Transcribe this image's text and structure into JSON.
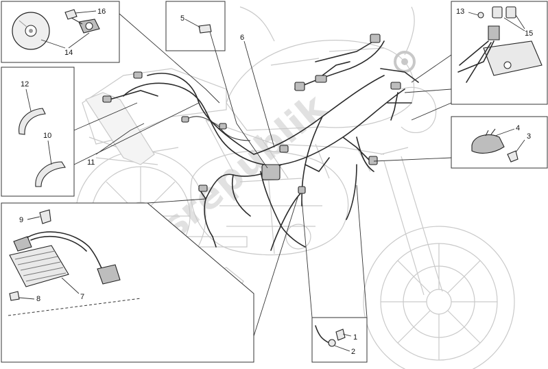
{
  "callouts": {
    "c1": "1",
    "c2": "2",
    "c3": "3",
    "c4": "4",
    "c5": "5",
    "c6": "6",
    "c7": "7",
    "c8": "8",
    "c9": "9",
    "c10": "10",
    "c11": "11",
    "c12": "12",
    "c13": "13",
    "c14": "14",
    "c15": "15",
    "c16": "16"
  },
  "watermark": {
    "text": "Partsrepublik"
  },
  "colors": {
    "line": "#222222",
    "ghost": "#c9c9c9",
    "watermark": "#c8c8c8"
  }
}
